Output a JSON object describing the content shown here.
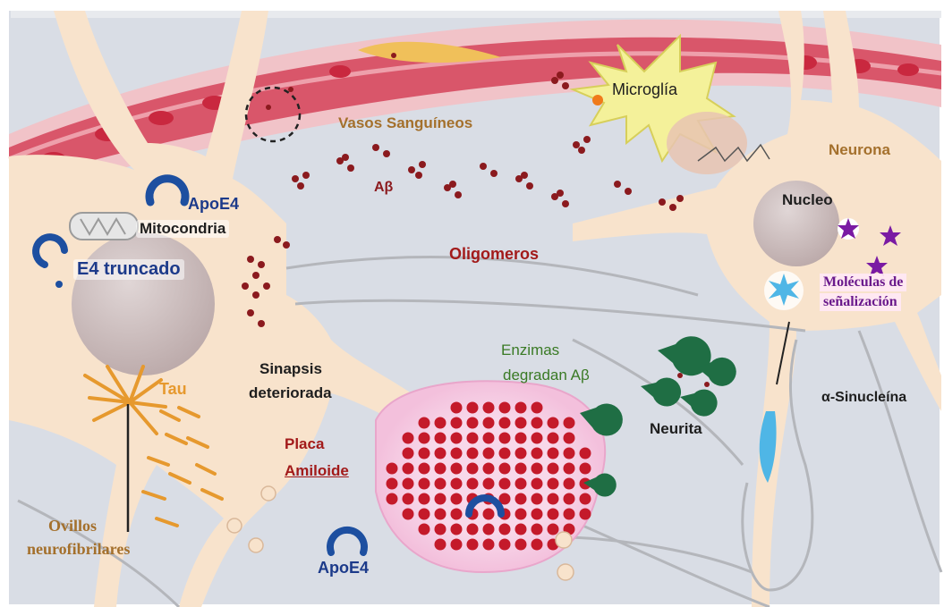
{
  "labels": {
    "vasos": "Vasos Sanguíneos",
    "microglia": "Microglía",
    "neurona": "Neurona",
    "nucleo": "Nucleo",
    "apoe4_top": "ApoE4",
    "mitocondria": "Mitocondria",
    "abeta": "Aβ",
    "e4_truncado": "E4 truncado",
    "oligomeros": "Oligomeros",
    "moleculas_line1": "Moléculas de",
    "moleculas_line2": "señalización",
    "enzimas_line1": "Enzimas",
    "enzimas_line2": "degradan Aβ",
    "sinapsis_line1": "Sinapsis",
    "sinapsis_line2": "deteriorada",
    "tau": "Tau",
    "alfa_sinucleina": "α-Sinucleína",
    "neurita": "Neurita",
    "placa_line1": "Placa",
    "placa_line2": "Amiloide",
    "ovillos_line1": "Ovillos",
    "ovillos_line2": "neurofibrilares",
    "apoe4_bottom": "ApoE4"
  },
  "colors": {
    "background": "#d9dde5",
    "neuron": "#f8e3cc",
    "nucleus": "#cdbfbf",
    "vessel": "#d9566a",
    "amyloid": "#8b1a1e",
    "plaque": "#c41a2a",
    "microglia": "#f4f19a",
    "enzyme": "#1f6e44",
    "apoe4": "#1d4fa0",
    "tau": "#e6992e",
    "synuclein": "#4fb6e6",
    "signaling": "#7a1aa3",
    "label_brown": "#a4702c",
    "label_red": "#a21a1a",
    "label_green": "#3a7a25",
    "label_dark": "#1e1e1e",
    "label_blue": "#1c3a8a",
    "label_purple": "#6a1a8c"
  }
}
